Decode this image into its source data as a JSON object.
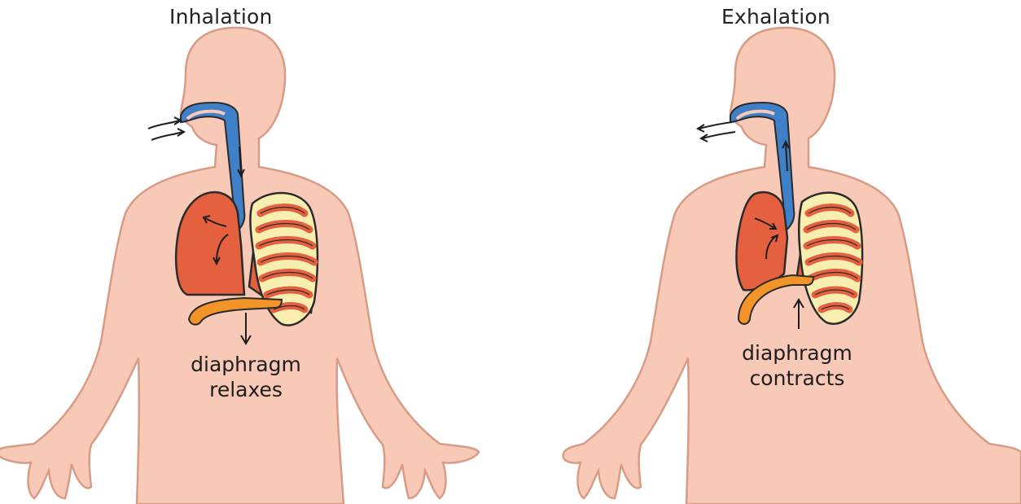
{
  "panels": [
    {
      "title": "Inhalation",
      "caption_line1": "diaphragm",
      "caption_line2": "relaxes"
    },
    {
      "title": "Exhalation",
      "caption_line1": "diaphragm",
      "caption_line2": "contracts"
    }
  ],
  "colors": {
    "skin": "#f7c9b6",
    "skin_outline": "#d89c86",
    "airway": "#3f80c8",
    "lung": "#e4603f",
    "ribs": "#f7eeb0",
    "diaphragm": "#f29427",
    "outline": "#2b2b2b"
  }
}
